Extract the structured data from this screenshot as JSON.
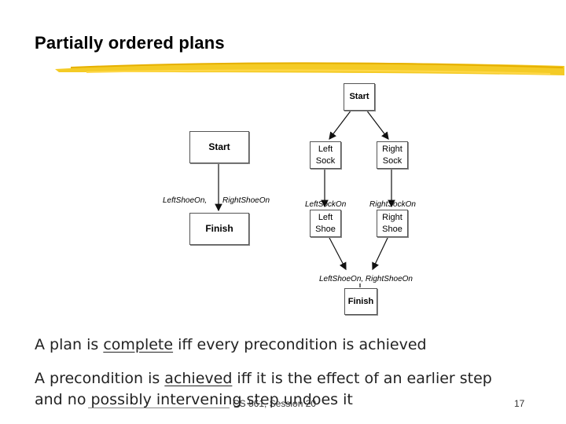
{
  "title": "Partially ordered plans",
  "left_plan": {
    "start": "Start",
    "edge_labels": [
      "LeftShoeOn,",
      "RightShoeOn"
    ],
    "finish": "Finish"
  },
  "right_plan": {
    "start": "Start",
    "left_sock": [
      "Left",
      "Sock"
    ],
    "right_sock": [
      "Right",
      "Sock"
    ],
    "left_sock_on": "LeftSockOn",
    "right_sock_on": "RightSockOn",
    "left_shoe": [
      "Left",
      "Shoe"
    ],
    "right_shoe": [
      "Right",
      "Shoe"
    ],
    "finish_label": "LeftShoeOn, RightShoeOn",
    "finish": "Finish"
  },
  "bullets": {
    "line1": {
      "pre": "A plan is ",
      "term": "complete",
      "post": " iff every precondition is achieved"
    },
    "line2": {
      "pre": "A precondition is ",
      "term": "achieved",
      "post": " iff it is the effect of an earlier step"
    },
    "line3": "and no possibly intervening step undoes it"
  },
  "footer": {
    "course": "CS 561,  Session 20",
    "page": "17"
  },
  "colors": {
    "accent": "#f2c200"
  }
}
